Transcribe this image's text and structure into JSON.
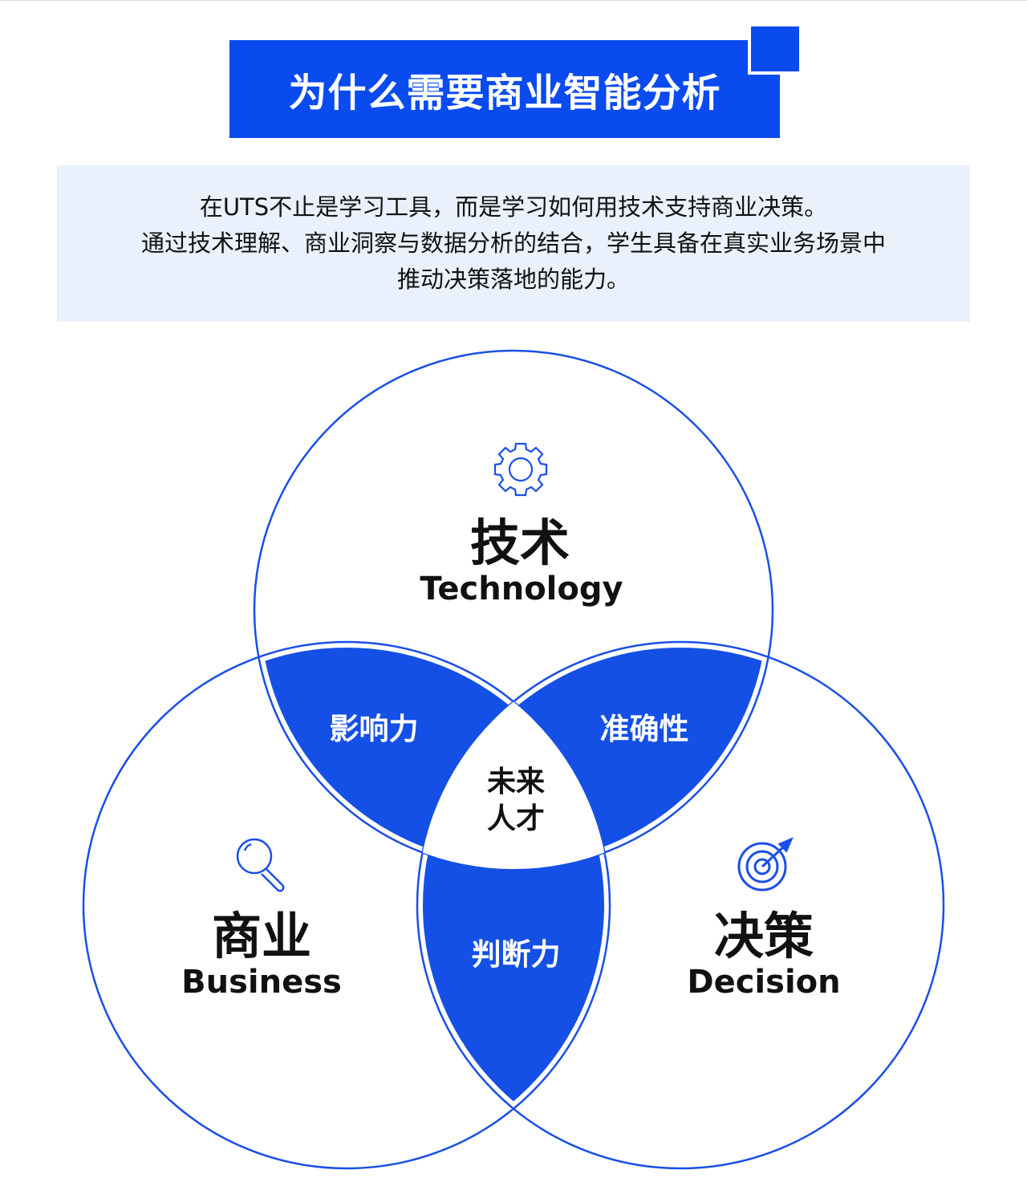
{
  "header": {
    "title": "为什么需要商业智能分析"
  },
  "intro": {
    "lines": [
      "在UTS不止是学习工具，而是学习如何用技术支持商业决策。",
      "通过技术理解、商业洞察与数据分析的结合，学生具备在真实业务场景中",
      "推动决策落地的能力。"
    ]
  },
  "venn": {
    "technology": {
      "cn": "技术",
      "en": "Technology",
      "icon": "gear-icon"
    },
    "business": {
      "cn": "商业",
      "en": "Business",
      "icon": "magnifier-icon"
    },
    "decision": {
      "cn": "决策",
      "en": "Decision",
      "icon": "target-icon"
    },
    "tech_business": "影响力",
    "tech_decision": "准确性",
    "business_decision": "判断力",
    "center": [
      "未来",
      "人才"
    ]
  },
  "colors": {
    "accent": "#0a4bef",
    "fill": "#1450e6",
    "panel": "#eaf0fc"
  }
}
